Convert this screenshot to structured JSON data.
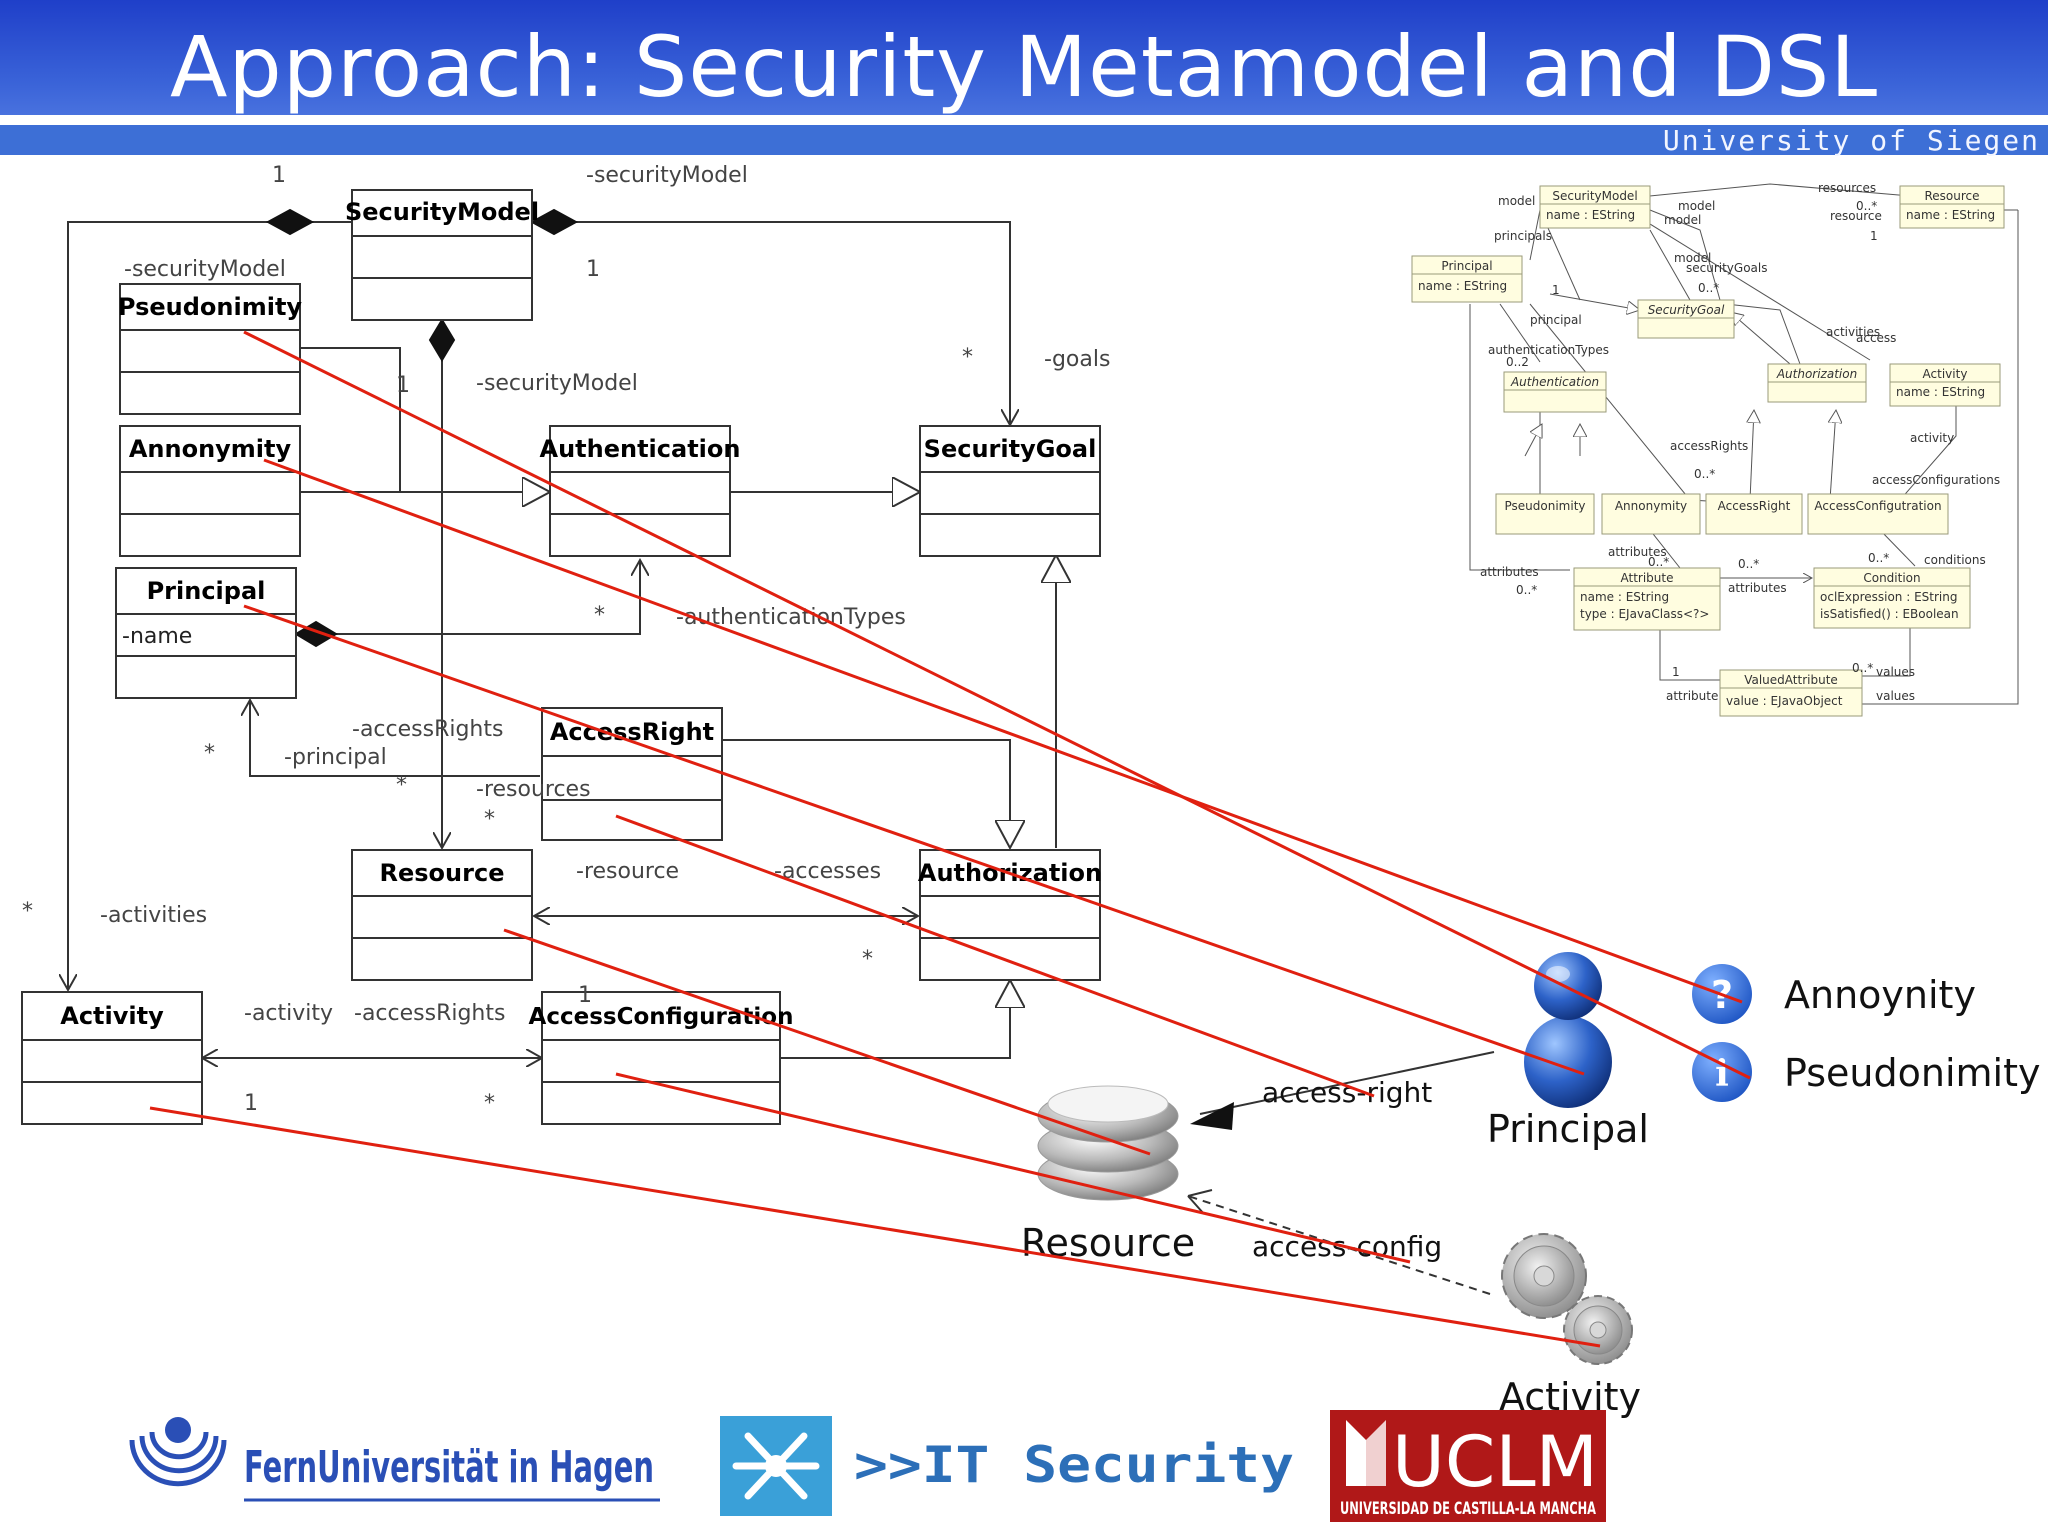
{
  "slide": {
    "title": "Approach: Security Metamodel and DSL",
    "university": "University of Siegen"
  },
  "uml": {
    "classes": {
      "security_model": "SecurityModel",
      "pseudonimity": "Pseudonimity",
      "annonymity": "Annonymity",
      "principal": "Principal",
      "principal_attr": "-name",
      "authentication": "Authentication",
      "security_goal": "SecurityGoal",
      "access_right": "AccessRight",
      "resource": "Resource",
      "authorization": "Authorization",
      "activity": "Activity",
      "access_configuration": "AccessConfiguration"
    },
    "labels": {
      "security_model_1": "-securityModel",
      "security_model_2": "-securityModel",
      "security_model_3": "-securityModel",
      "goals": "-goals",
      "authentication_types": "-authenticationTypes",
      "access_rights_1": "-accessRights",
      "principal": "-principal",
      "resources": "-resources",
      "resource": "-resource",
      "accesses": "-accesses",
      "activities": "-activities",
      "activity": "-activity",
      "access_rights_2": "-accessRights"
    },
    "multiplicities": {
      "one": "1",
      "many": "*"
    }
  },
  "ecore": {
    "classes": {
      "security_model": "SecurityModel",
      "security_model_attr": "name : EString",
      "resource": "Resource",
      "resource_attr": "name : EString",
      "principal": "Principal",
      "principal_attr": "name : EString",
      "security_goal": "SecurityGoal",
      "authentication": "Authentication",
      "authorization": "Authorization",
      "activity": "Activity",
      "activity_attr": "name : EString",
      "pseudonimity": "Pseudonimity",
      "annonymity": "Annonymity",
      "access_right": "AccessRight",
      "access_configuration": "AccessConfigutration",
      "attribute": "Attribute",
      "attribute_attr1": "name : EString",
      "attribute_attr2": "type : EJavaClass<?>",
      "condition": "Condition",
      "condition_attr1": "oclExpression : EString",
      "condition_attr2": "isSatisfied() : EBoolean",
      "valued_attribute": "ValuedAttribute",
      "valued_attribute_attr": "value : EJavaObject"
    },
    "labels": {
      "model": "model",
      "principals": "principals",
      "resources": "resources",
      "resource": "resource",
      "security_goals": "securityGoals",
      "principal": "principal",
      "authentication_types": "authenticationTypes",
      "activities": "activities",
      "access": "access",
      "access_rights": "accessRights",
      "activity": "activity",
      "access_configurations": "accessConfigurations",
      "attributes": "attributes",
      "conditions": "conditions",
      "values": "values",
      "attribute": "attribute",
      "zero_many": "0..*",
      "zero_two": "0..2",
      "one": "1"
    }
  },
  "dsl": {
    "principal": "Principal",
    "resource": "Resource",
    "activity": "Activity",
    "access_right": "access-right",
    "access_config": "access-config",
    "annoynity": "Annoynity",
    "pseudonimity": "Pseudonimity"
  },
  "logos": {
    "fernuni": "FernUniversität in Hagen",
    "it_security": ">>IT Security",
    "uclm": "UCLM",
    "uclm_sub": "UNIVERSIDAD DE CASTILLA-LA MANCHA"
  },
  "colors": {
    "header": "#2a4fd0",
    "mapping_line": "#e02010",
    "uml_line": "#333333",
    "ecore_box": "#fffde0"
  }
}
